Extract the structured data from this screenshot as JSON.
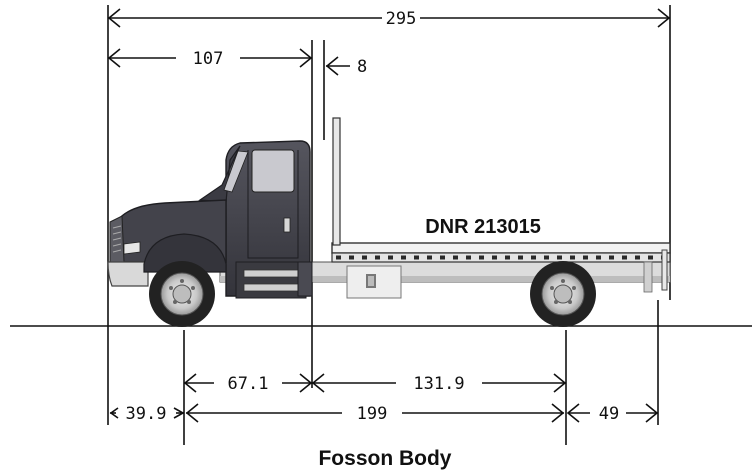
{
  "dimensions": {
    "overall_length": "295",
    "cab_to_body": "107",
    "gap": "8",
    "front_overhang": "39.9",
    "wheelbase": "199",
    "rear_overhang": "49",
    "axle_to_body": "67.1",
    "body_to_rear_axle": "131.9"
  },
  "body_label": "DNR 213015",
  "caption": "Fosson Body",
  "colors": {
    "cab_body": "#3e3e46",
    "cab_dark": "#2c2c33",
    "flatbed": "#ededed",
    "tire": "#222222",
    "wheel_rim": "#d8d8d8",
    "window": "#c9c9cf",
    "line": "#111111"
  }
}
